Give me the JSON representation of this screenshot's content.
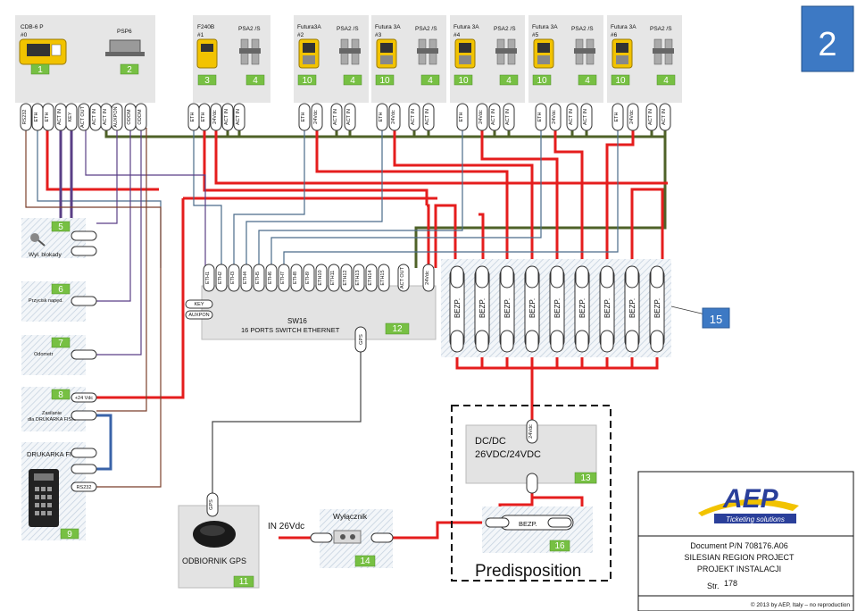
{
  "page_number": "2",
  "devices": [
    {
      "title_a": "CDB-6 P",
      "title_b": "#0",
      "title_c": "PSP6",
      "badge1": "1",
      "badge2": "2",
      "ports": [
        "RS232",
        "ETH",
        "ETH",
        "ACT IN",
        "KEY",
        "ACT OUT",
        "ACT IN",
        "ACT IN",
        "AUXPON",
        "ODOM"
      ]
    },
    {
      "title_a": "F240B",
      "title_b": "#1",
      "title_c": "PSA2 /S",
      "badge1": "3",
      "badge2": "4",
      "ports": [
        "ETH",
        "24Vdc",
        "ACT IN",
        "ACT IN"
      ]
    },
    {
      "title_a": "Futura3A",
      "title_b": "#2",
      "title_c": "PSA2 /S",
      "badge1": "10",
      "badge2": "4",
      "ports": [
        "ETH",
        "24Vdc",
        "ACT IN",
        "ACT IN"
      ]
    },
    {
      "title_a": "Futura 3A",
      "title_b": "#3",
      "title_c": "PSA2 /S",
      "badge1": "10",
      "badge2": "4",
      "ports": [
        "ETH",
        "24Vdc",
        "ACT IN",
        "ACT IN"
      ]
    },
    {
      "title_a": "Futura 3A",
      "title_b": "#4",
      "title_c": "PSA2 /S",
      "badge1": "10",
      "badge2": "4",
      "ports": [
        "ETH",
        "24Vdc",
        "ACT IN",
        "ACT IN"
      ]
    },
    {
      "title_a": "Futura 3A",
      "title_b": "#5",
      "title_c": "PSA2 /S",
      "badge1": "10",
      "badge2": "4",
      "ports": [
        "ETH",
        "24Vdc",
        "ACT IN",
        "ACT IN"
      ]
    },
    {
      "title_a": "Futura 3A",
      "title_b": "#6",
      "title_c": "PSA2 /S",
      "badge1": "10",
      "badge2": "4",
      "ports": [
        "ETH",
        "24Vdc",
        "ACT IN",
        "ACT IN"
      ]
    }
  ],
  "side_boxes": {
    "blokady": {
      "label": "Wył. blokady",
      "badge": "5"
    },
    "przycisk": {
      "label": "Przycisk napęd.",
      "badge": "6"
    },
    "odometr": {
      "label": "Odometr",
      "badge": "7"
    },
    "zasilanie": {
      "label_1": "Zasilanie",
      "label_2": "dla DRUKARKA FISK.",
      "badge": "8",
      "connector": "+24 Vdc"
    },
    "drukarka": {
      "label": "DRUKARKA FISK.",
      "badge": "9",
      "connector": "RS232"
    }
  },
  "switch": {
    "title": "SW16",
    "subtitle": "16 PORTS SWITCH ETHERNET",
    "badge": "12",
    "ports": [
      "ETH1",
      "ETH2",
      "ETH3",
      "ETH4",
      "ETH5",
      "ETH6",
      "ETH7",
      "ETH8",
      "ETH9",
      "ETH10",
      "ETH11",
      "ETH12",
      "ETH13",
      "ETH14",
      "ETH15",
      "ACT OUT",
      "24Vdc"
    ],
    "left_connectors": [
      "KEY",
      "AUXPON"
    ],
    "gps_connector": "GPS"
  },
  "fuse_block": {
    "badge": "15",
    "fuse_label": "BEZP.",
    "count": 9
  },
  "dcdc": {
    "title": "DC/DC",
    "subtitle": "26VDC/24VDC",
    "badge": "13",
    "connector": "24Vdc"
  },
  "gps_receiver": {
    "label": "ODBIORNIK GPS",
    "badge": "11",
    "connector": "GPS"
  },
  "input_label": "IN 26Vdc",
  "switch_box": {
    "label": "Wyłącznik",
    "badge": "14"
  },
  "fuse16": {
    "label": "BEZP.",
    "badge": "16"
  },
  "predisposition": "Predisposition",
  "logo": {
    "text": "AEP",
    "tagline": "Ticketing solutions"
  },
  "title_block": {
    "doc": "Document P/N 708176.A06",
    "project": "SILESIAN REGION PROJECT",
    "install": "PROJEKT INSTALACJI",
    "page_prefix": "Str.",
    "page_no": "178"
  },
  "copyright": "© 2013 by AEP, Italy – no reproduction",
  "colors": {
    "power": "#e51d1d",
    "act": "#4f6228",
    "eth": "#4a6b8a",
    "purple": "#5a3f86",
    "brown": "#7b3f2b",
    "badge": "#77c043",
    "page_box": "#3d79c4"
  }
}
